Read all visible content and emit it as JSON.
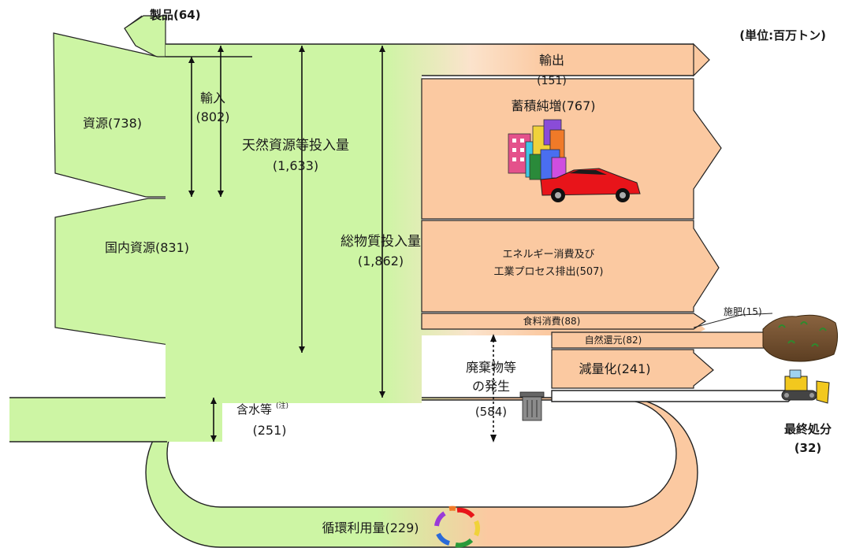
{
  "unit_note": "(単位:百万トン)",
  "labels": {
    "products": "製品(64)",
    "resources": "資源(738)",
    "imports_title": "輸入",
    "imports_value": "(802)",
    "natural_input_title": "天然資源等投入量",
    "natural_input_value": "(1,633)",
    "domestic_resources": "国内資源(831)",
    "total_input_title": "総物質投入量",
    "total_input_value": "(1,862)",
    "water_title": "含水等",
    "water_note": "(注)",
    "water_value": "(251)",
    "exports_title": "輸出",
    "exports_value": "(151)",
    "accumulation": "蓄積純増(767)",
    "energy_line1": "エネルギー消費及び",
    "energy_line2": "工業プロセス排出(507)",
    "food": "食料消費(88)",
    "fertilizer": "施肥(15)",
    "natural_return": "自然還元(82)",
    "reduction": "減量化(241)",
    "waste_line1": "廃棄物等",
    "waste_line2": "の発生",
    "waste_value": "(584)",
    "final_disposal_title": "最終処分",
    "final_disposal_value": "(32)",
    "recycling": "循環利用量(229)"
  },
  "colors": {
    "green": "#cdf5a4",
    "orange": "#fbc9a1",
    "car": "#e8141a",
    "soil": "#7a5634"
  },
  "icons": {
    "buildings": "buildings-icon",
    "car": "car-icon",
    "trash": "trash-can-icon",
    "soil": "soil-icon",
    "bulldozer": "bulldozer-icon",
    "recycle": "recycle-icon"
  }
}
